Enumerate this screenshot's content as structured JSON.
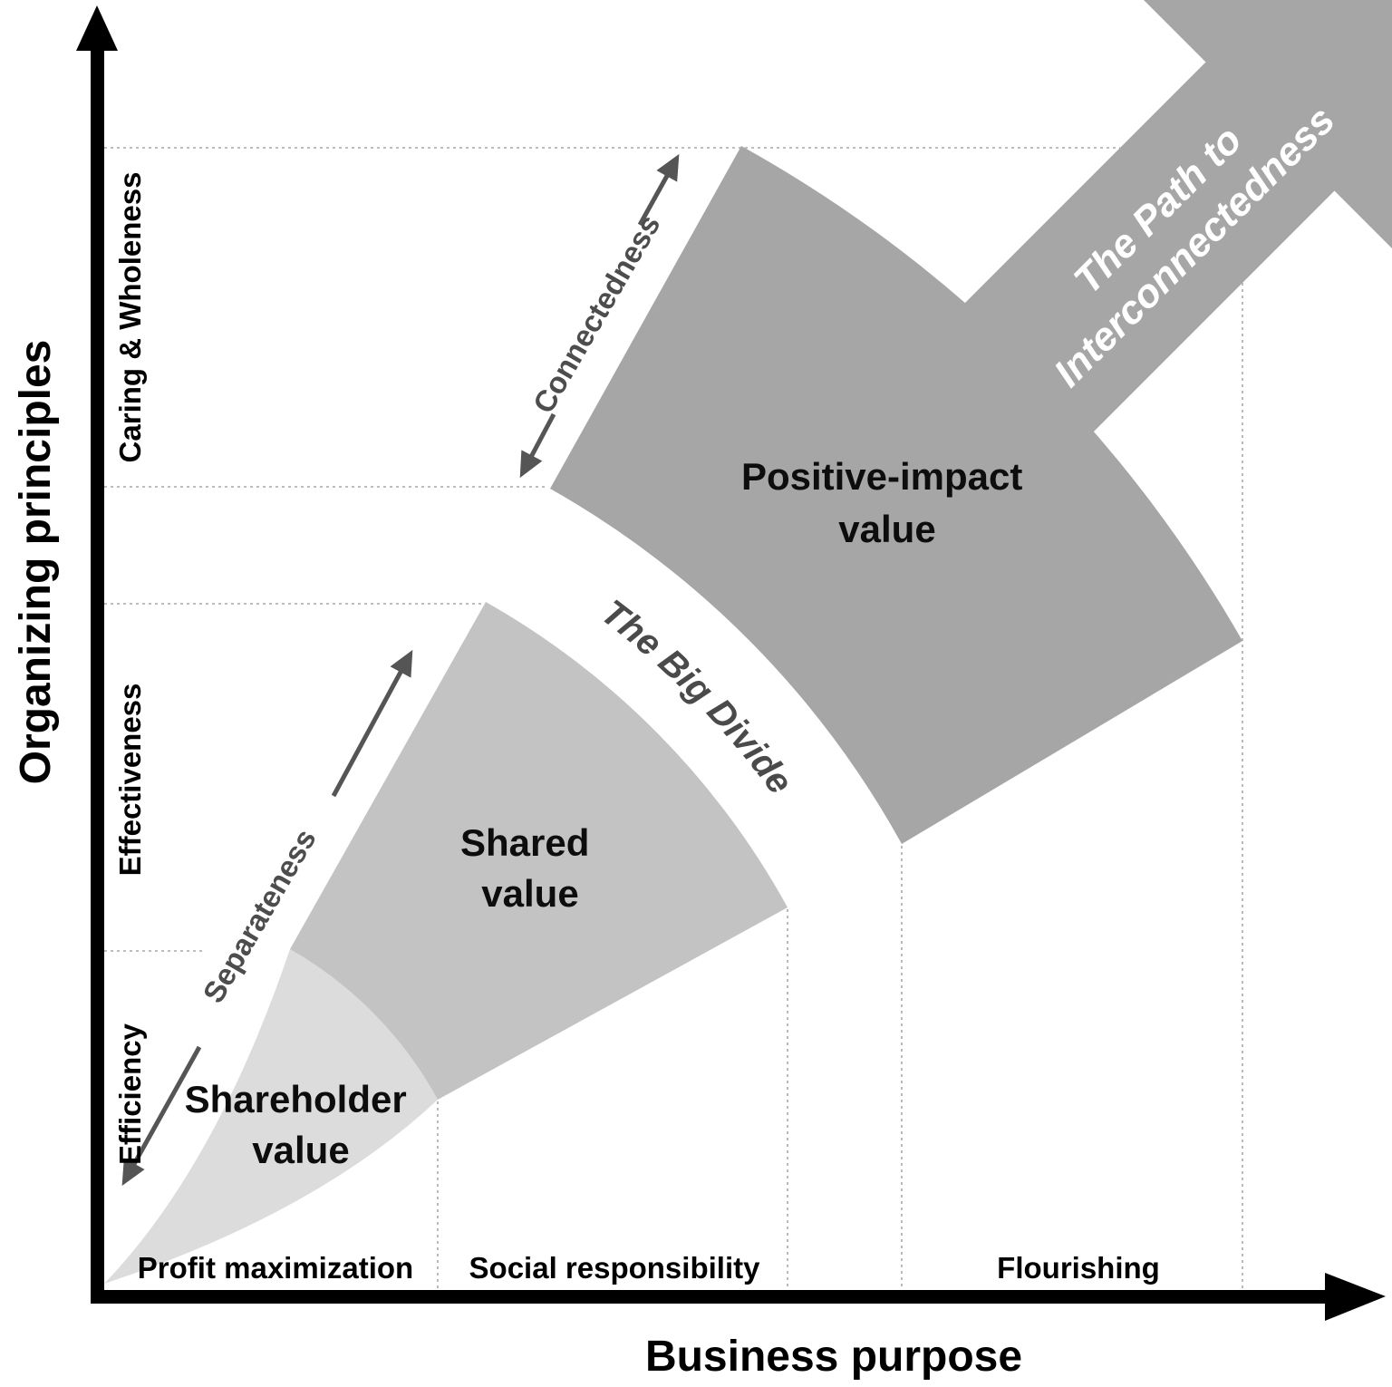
{
  "diagram": {
    "kind": "conceptual-framework",
    "x_axis": {
      "title": "Business purpose",
      "tick_labels": [
        "Profit maximization",
        "Social responsibility",
        "Flourishing"
      ]
    },
    "y_axis": {
      "title": "Organizing principles",
      "tick_labels": [
        "Efficiency",
        "Effectiveness",
        "Caring & Wholeness"
      ]
    },
    "wedges": [
      {
        "label_line1": "Shareholder",
        "label_line2": "value",
        "color": "#dcdcdc"
      },
      {
        "label_line1": "Shared",
        "label_line2": "value",
        "color": "#c3c3c3"
      },
      {
        "label_line1": "Positive-impact",
        "label_line2": "value",
        "color": "#a6a6a6"
      }
    ],
    "path_arrow": {
      "label_line1": "The Path to",
      "label_line2": "Interconnectedness",
      "color": "#a6a6a6",
      "text_color": "#ffffff"
    },
    "annotations": {
      "separateness": "Separateness",
      "connectedness": "Connectedness",
      "big_divide": "The Big Divide"
    },
    "colors": {
      "axis": "#000000",
      "gridline": "#a8a8a8",
      "annotation_arrow": "#555555",
      "wedge_label": "#0d0d0d",
      "big_divide_text": "#4a4a4a"
    }
  }
}
